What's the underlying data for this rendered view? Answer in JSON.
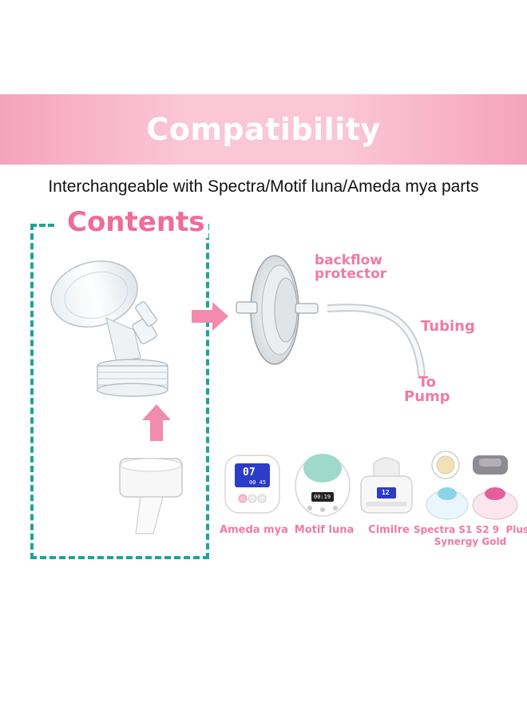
{
  "banner": {
    "title": "Compatibility"
  },
  "subtitle": "Interchangeable with Spectra/Motif luna/Ameda mya parts",
  "contents": {
    "label": "Contents"
  },
  "parts": {
    "backflow_protector": "backflow\nprotector",
    "tubing": "Tubing",
    "to_pump": "To\nPump"
  },
  "devices": [
    {
      "name": "Ameda mya"
    },
    {
      "name": "Motif luna"
    },
    {
      "name": "Cimilre"
    },
    {
      "name": "Spectra S1 S2 9  Plus\nSynergy Gold"
    }
  ],
  "screens": {
    "ameda_big": "07",
    "ameda_small": "00 45",
    "motif": "00:19",
    "cimilre": "12"
  },
  "colors": {
    "accent_pink": "#ef6c97",
    "banner_pink": "#fbc6d6",
    "dashed_teal": "#1fa592",
    "motif_mint": "#9ed9cc",
    "screen_blue": "#2b3cc9"
  }
}
